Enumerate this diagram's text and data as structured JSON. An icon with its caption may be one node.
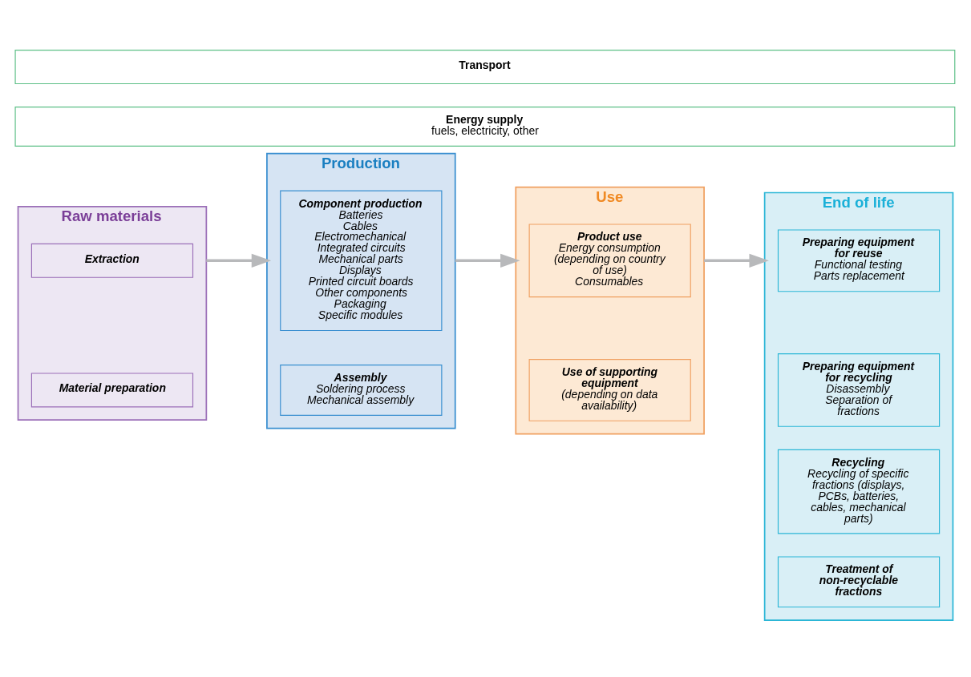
{
  "diagram": {
    "nodes": [
      {
        "text": [
          "Transport"
        ]
      },
      {
        "text": [
          "Energy supply",
          "fuels, electricity, other"
        ]
      },
      {
        "text": [
          "Raw materials"
        ]
      },
      {
        "text": [
          "Extraction"
        ],
        "in": 2
      },
      {
        "text": [
          "Material preparation"
        ],
        "in": 2
      },
      {
        "text": [
          "Production"
        ]
      },
      {
        "text": [
          "Component production",
          "Batteries",
          "Cables",
          "Electromechanical",
          "Integrated circuits",
          "Mechanical parts",
          "Displays",
          "Printed circuit boards",
          "Other components",
          "Packaging",
          "Specific modules"
        ],
        "in": 5
      },
      {
        "text": [
          "Assembly",
          "Soldering process",
          "Mechanical assembly"
        ],
        "in": 5
      },
      {
        "text": [
          "Use"
        ]
      },
      {
        "text": [
          "Product use",
          "Energy consumption (depending on country of use)",
          "Consumables"
        ],
        "in": 8
      },
      {
        "text": [
          "Use of supporting equipment",
          "(depending on data availability)"
        ],
        "in": 8
      },
      {
        "text": [
          "End of life"
        ]
      },
      {
        "text": [
          "Preparing equipment for reuse",
          "Functional testing",
          "Parts replacement"
        ],
        "in": 11
      },
      {
        "text": [
          "Preparing equipment for recycling",
          "Disassembly",
          "Separation of fractions"
        ],
        "in": 11
      },
      {
        "text": [
          "Recycling",
          "Recycling of specific fractions (displays, PCBs, batteries, cables, mechanical parts)"
        ],
        "in": 11
      },
      {
        "text": [
          "Treatment of non-recyclable fractions"
        ],
        "in": 11
      }
    ],
    "edges": [
      {
        "from": 2,
        "to": 5,
        "arrow": "to"
      },
      {
        "from": 5,
        "to": 8,
        "arrow": "to"
      },
      {
        "from": 8,
        "to": 11,
        "arrow": "to"
      }
    ]
  }
}
